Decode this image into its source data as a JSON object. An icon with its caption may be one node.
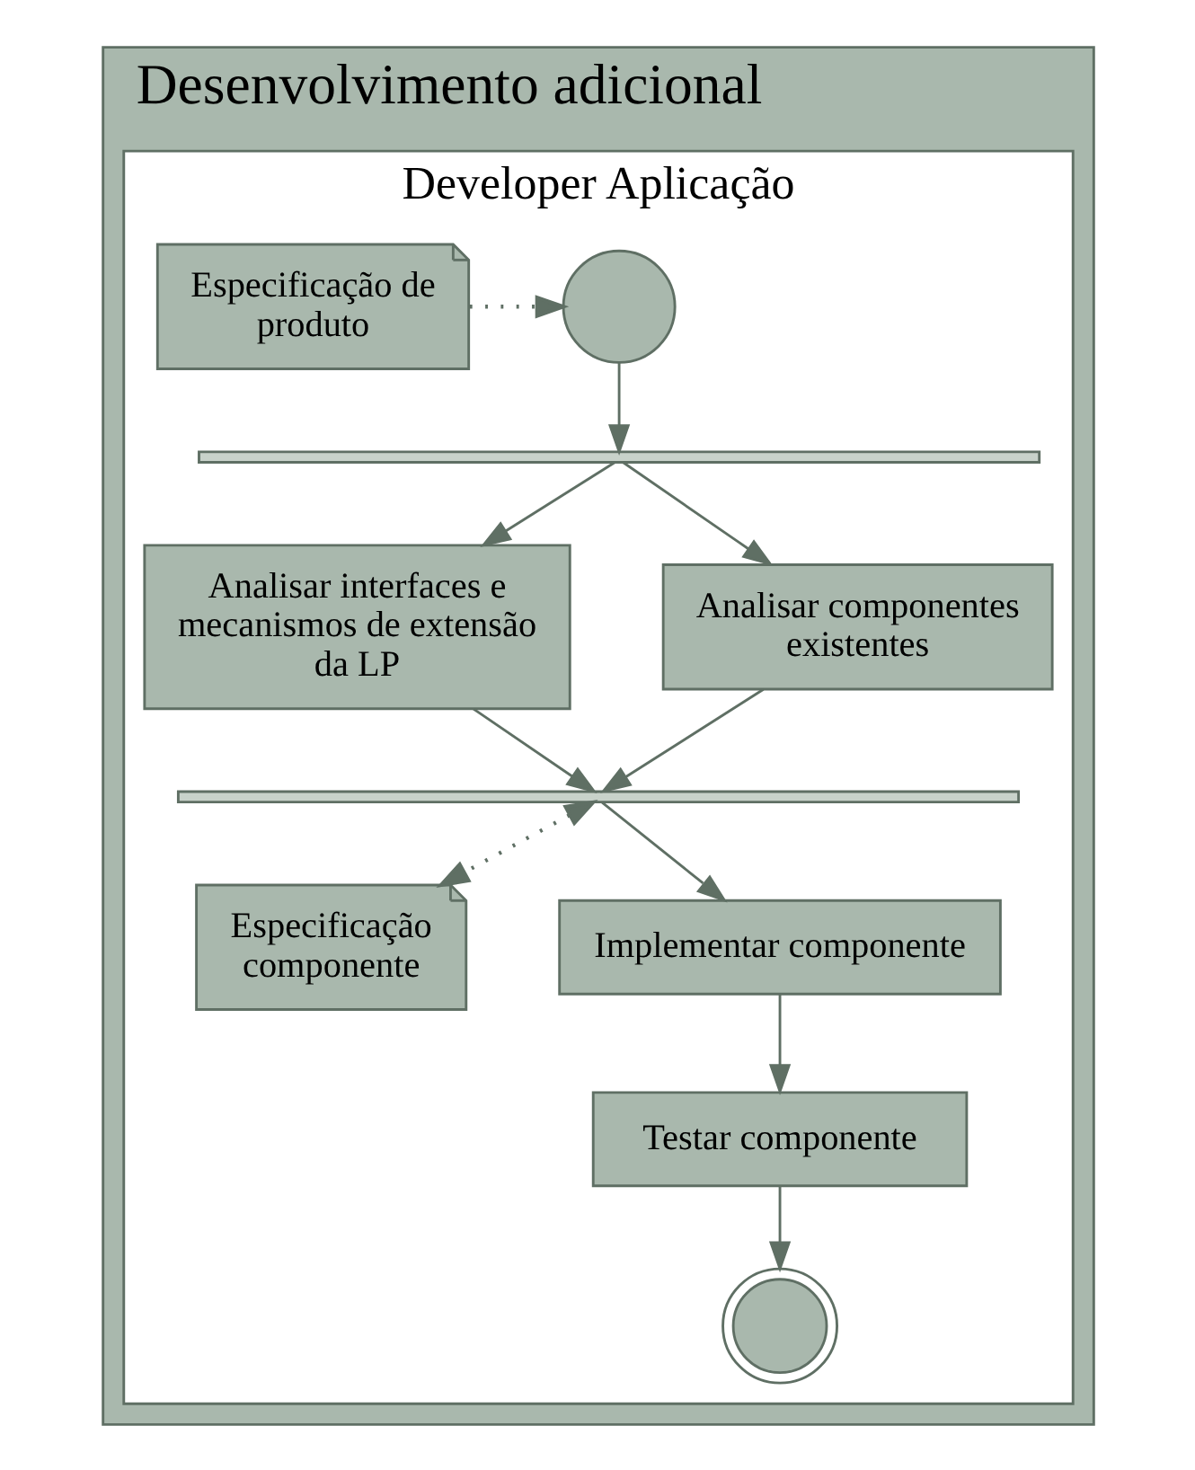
{
  "diagram": {
    "nodes": [
      {
        "text": [
          "Desenvolvimento adicional"
        ]
      },
      {
        "text": [
          "Developer Aplicação"
        ],
        "in": 0
      },
      {
        "text": [
          "Especificação de produto"
        ],
        "in": 1
      },
      {
        "text": [],
        "shape": "circle",
        "in": 1
      },
      {
        "text": [],
        "shape": "bar",
        "in": 1
      },
      {
        "text": [
          "Analisar interfaces e mecanismos de extensão da LP"
        ],
        "in": 1
      },
      {
        "text": [
          "Analisar componentes existentes"
        ],
        "in": 1
      },
      {
        "text": [],
        "shape": "bar",
        "in": 1
      },
      {
        "text": [
          "Especificação componente"
        ],
        "in": 1
      },
      {
        "text": [
          "Implementar componente"
        ],
        "in": 1
      },
      {
        "text": [
          "Testar componente"
        ],
        "in": 1
      },
      {
        "text": [],
        "shape": "circle",
        "in": 1
      }
    ],
    "edges": [
      {
        "from": 2,
        "to": 3,
        "arrow": "to",
        "style": "dashed"
      },
      {
        "from": 3,
        "to": 4,
        "arrow": "to"
      },
      {
        "from": 4,
        "to": 5,
        "arrow": "to"
      },
      {
        "from": 4,
        "to": 6,
        "arrow": "to"
      },
      {
        "from": 5,
        "to": 7,
        "arrow": "to"
      },
      {
        "from": 6,
        "to": 7,
        "arrow": "to"
      },
      {
        "from": 7,
        "to": 8,
        "arrow": "both",
        "style": "dashed"
      },
      {
        "from": 7,
        "to": 9,
        "arrow": "to"
      },
      {
        "from": 9,
        "to": 10,
        "arrow": "to"
      },
      {
        "from": 10,
        "to": 11,
        "arrow": "to"
      }
    ]
  }
}
